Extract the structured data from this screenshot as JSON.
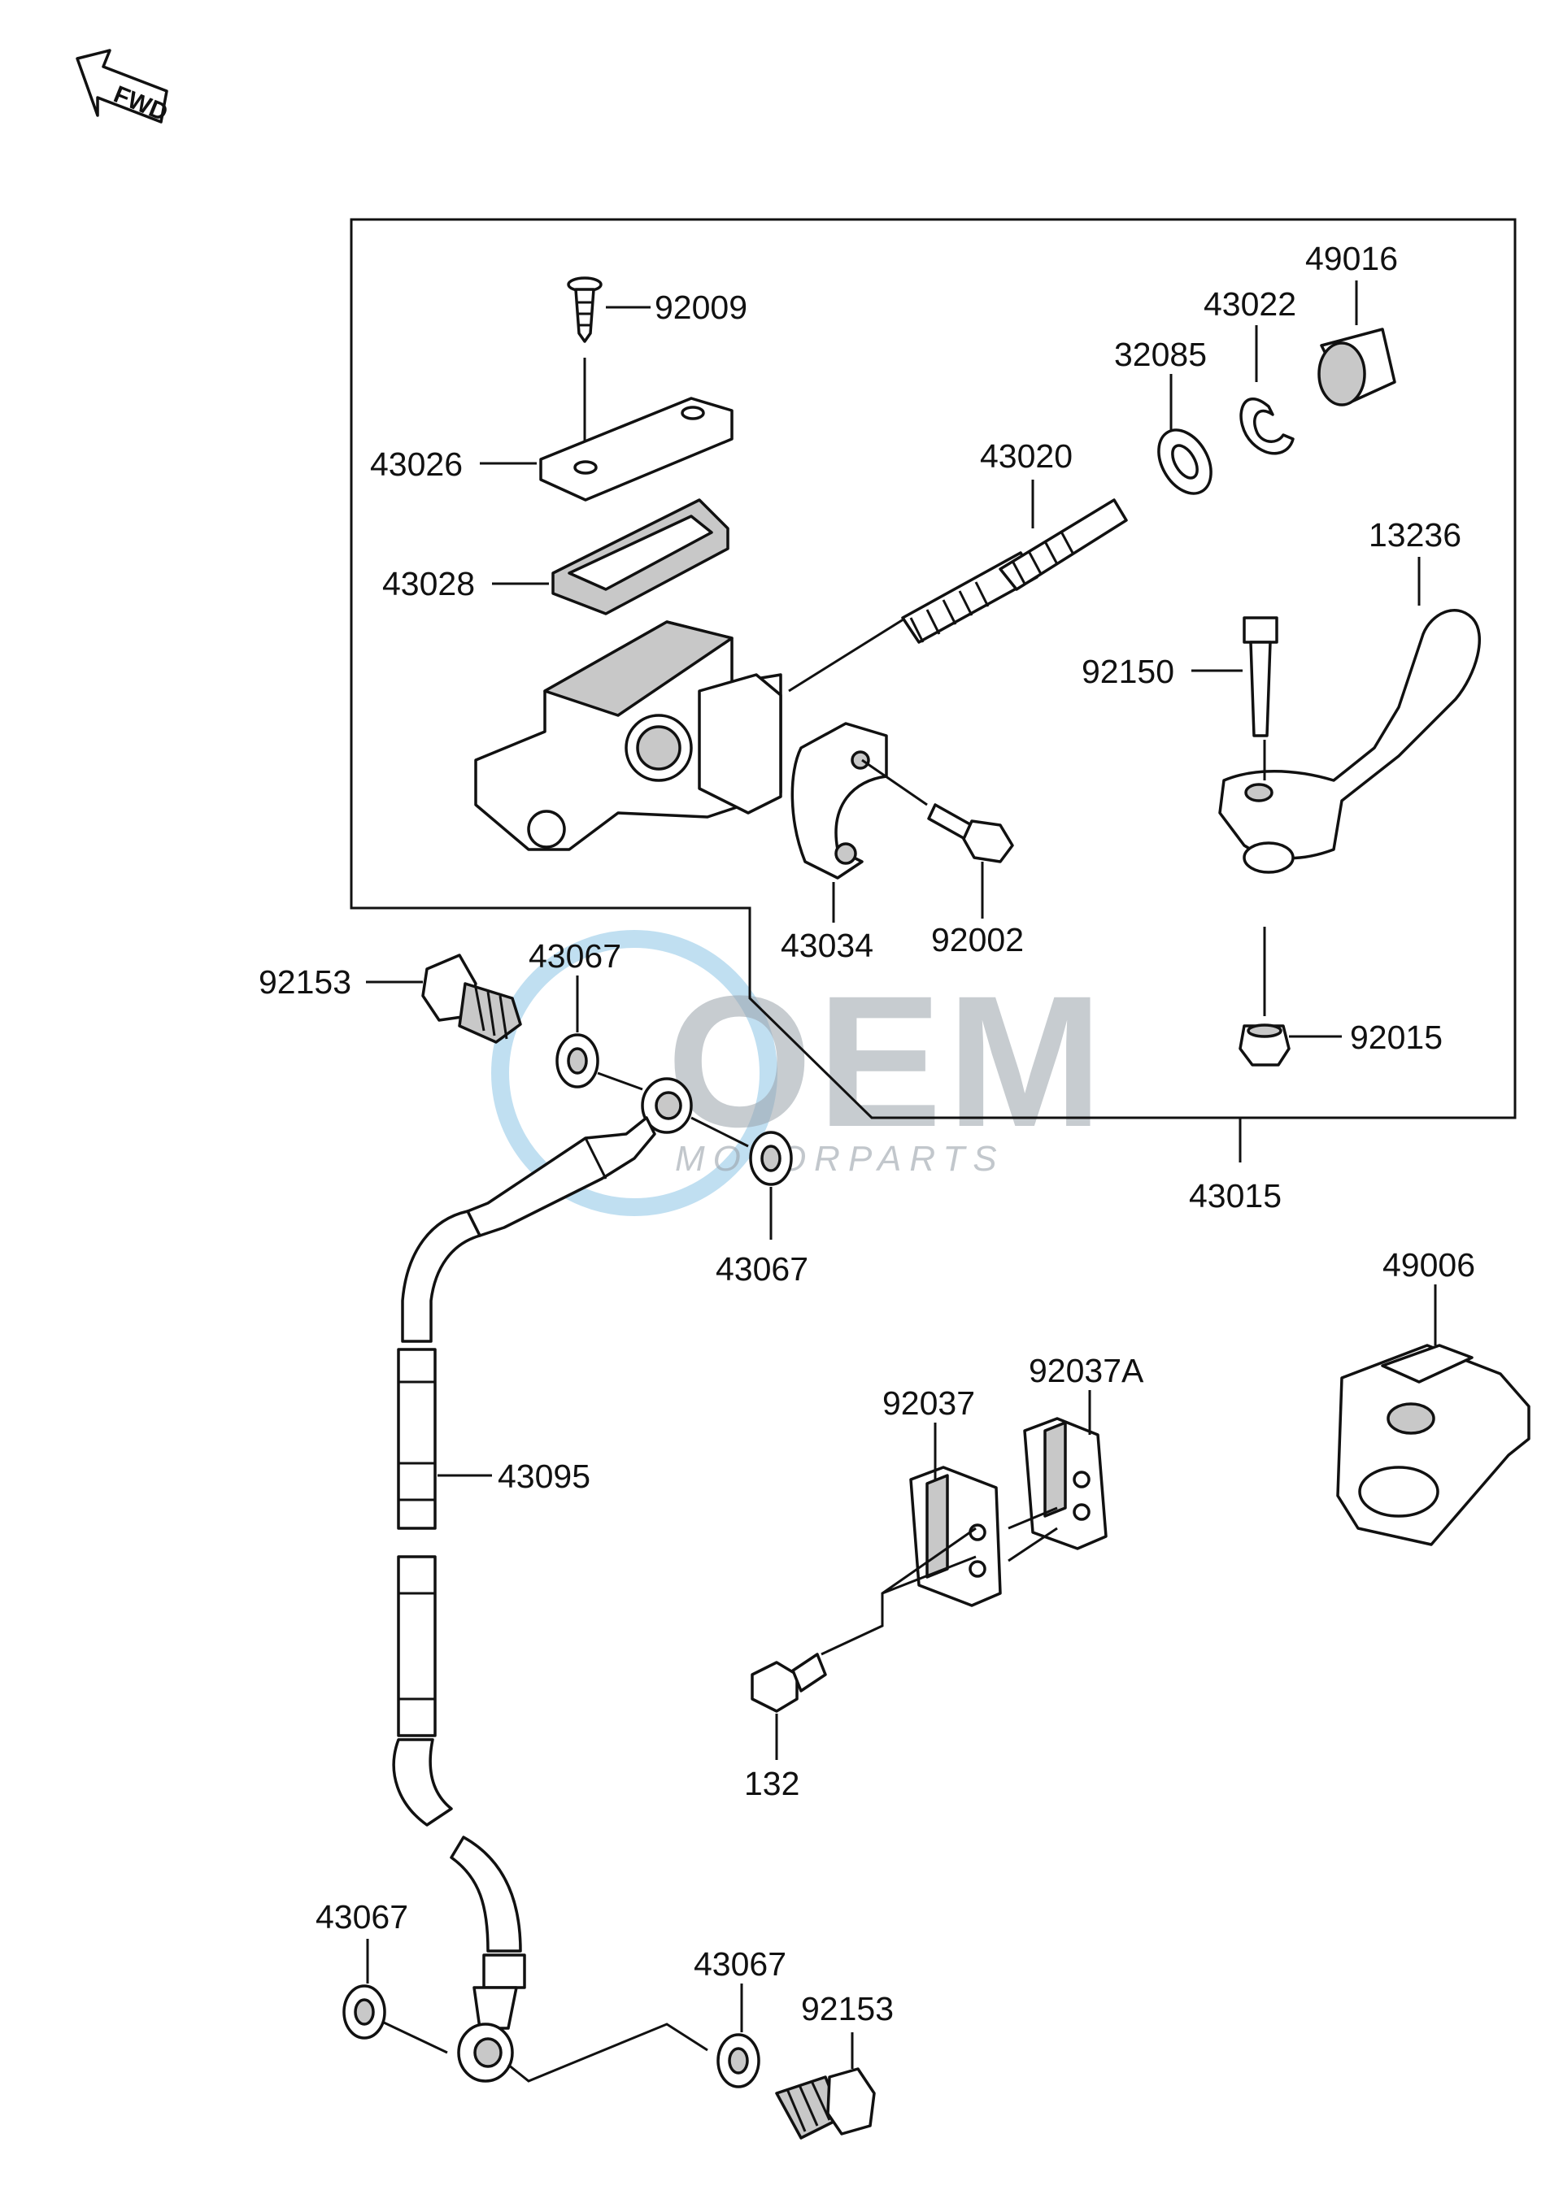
{
  "direction_badge": {
    "text": "FWD",
    "icon": "forward-arrow-icon"
  },
  "watermark": {
    "brand": "OEM",
    "tagline": "MOTORPARTS",
    "color": "#9aa3ab",
    "logo_color": "#4aa3d8"
  },
  "assembly_label": "43015",
  "labels": {
    "p92009": "92009",
    "p43026": "43026",
    "p43028": "43028",
    "p43020": "43020",
    "p32085": "32085",
    "p43022": "43022",
    "p49016": "49016",
    "p13236": "13236",
    "p92150": "92150",
    "p43034": "43034",
    "p92002": "92002",
    "p92015": "92015",
    "p92153_top": "92153",
    "p43067_top": "43067",
    "p43067_mid": "43067",
    "p43095": "43095",
    "p49006": "49006",
    "p92037": "92037",
    "p92037A": "92037A",
    "p132": "132",
    "p43067_bl": "43067",
    "p43067_br": "43067",
    "p92153_bottom": "92153"
  }
}
